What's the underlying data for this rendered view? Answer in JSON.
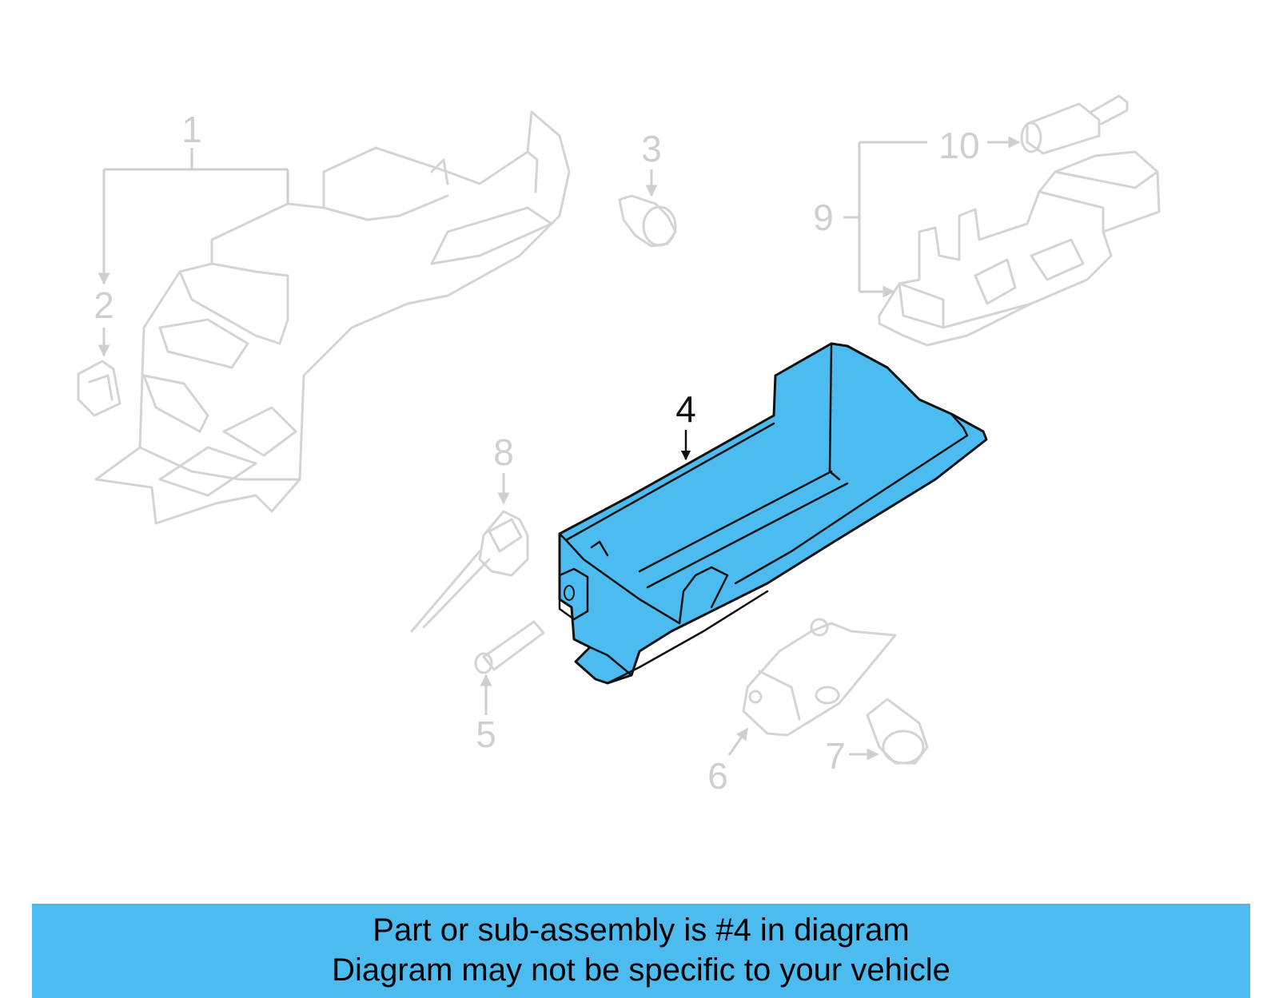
{
  "colors": {
    "highlight": "#4bbbf0",
    "ghost": "#d4d4d4",
    "banner": "#4bbbf0"
  },
  "labels": [
    "1",
    "2",
    "3",
    "4",
    "5",
    "6",
    "7",
    "8",
    "9",
    "10"
  ],
  "highlighted_part": "4",
  "banner": {
    "line1": "Part or sub-assembly is #4 in diagram",
    "line2": "Diagram may not be specific to your vehicle"
  }
}
